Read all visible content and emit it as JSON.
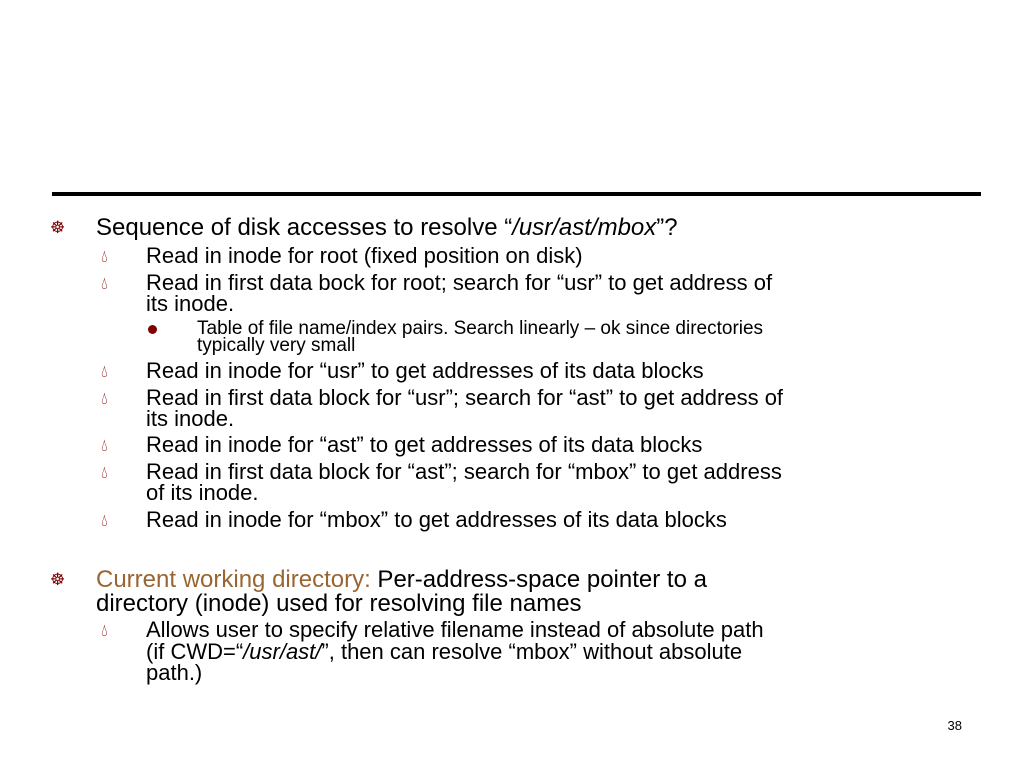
{
  "slide": {
    "page_number": "38",
    "accent_color": "#996633",
    "bullet_color": "#800000",
    "bullets": {
      "level1_icon": "wheel-bullet-icon",
      "level2_icon": "drop-bullet-icon",
      "level3_icon": "dot-bullet-icon"
    },
    "points": [
      {
        "text_before": "Sequence of disk accesses to resolve “",
        "text_italic": "/usr/ast/mbox",
        "text_after": "”?",
        "subpoints": [
          {
            "line1": "Read in inode for root (fixed position on disk)"
          },
          {
            "line1": "Read in first data bock for root; search for “usr” to get address of",
            "line2": "its inode.",
            "subpoints": [
              {
                "line1": "Table of file name/index pairs.  Search linearly – ok since directories",
                "line2": "typically very small"
              }
            ]
          },
          {
            "line1": "Read in inode for “usr” to get addresses of its data blocks"
          },
          {
            "line1": "Read in first data block for “usr”; search for “ast” to get address of",
            "line2": "its inode."
          },
          {
            "line1": "Read in inode for “ast” to get addresses of its data blocks"
          },
          {
            "line1": "Read in first data block for “ast”; search for “mbox” to get address",
            "line2": "of its inode."
          },
          {
            "line1": "Read in inode for “mbox” to get addresses of its data blocks"
          }
        ]
      },
      {
        "highlight": "Current working directory:",
        "text_rest": " Per-address-space pointer to a",
        "line2": "directory (inode) used for resolving file names",
        "subpoints": [
          {
            "line1": "Allows user to specify relative filename instead of absolute path",
            "line2_before": "(if CWD=“",
            "line2_italic": "/usr/ast/",
            "line2_after": "”, then can resolve “mbox” without absolute",
            "line3": "path.)"
          }
        ]
      }
    ]
  }
}
